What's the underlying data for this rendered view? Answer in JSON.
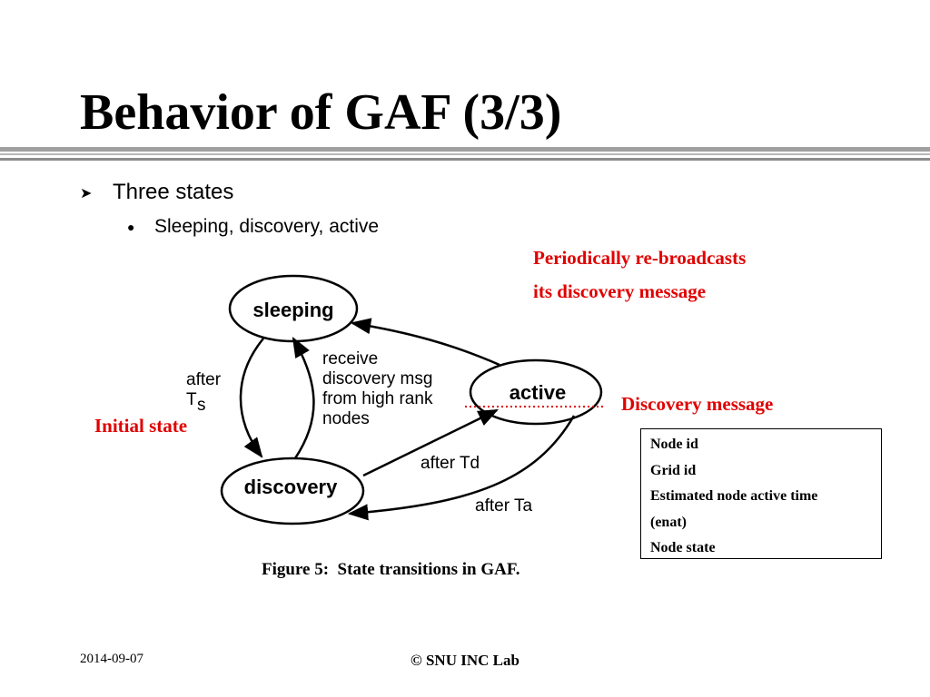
{
  "slide": {
    "title": "Behavior of GAF (3/3)",
    "bullet_level1": "Three states",
    "bullet_level2": "Sleeping, discovery, active"
  },
  "diagram": {
    "states": {
      "sleeping": "sleeping",
      "active": "active",
      "discovery": "discovery"
    },
    "labels": {
      "after": "after",
      "ts_main": "T",
      "ts_sub": "s",
      "receive_line1": "receive",
      "receive_line2": "discovery msg",
      "receive_line3": "from high rank",
      "receive_line4": "nodes",
      "after_td": "after Td",
      "after_ta": "after Ta"
    },
    "caption": "Figure 5:  State transitions in GAF."
  },
  "annotations": {
    "rebroadcast_line1": "Periodically re-broadcasts",
    "rebroadcast_line2": "its discovery message",
    "discovery_message": "Discovery message",
    "initial_state": "Initial state"
  },
  "message_fields": [
    "Node id",
    "Grid id",
    "Estimated node active time",
    "(enat)",
    "Node state"
  ],
  "footer": {
    "date": "2014-09-07",
    "lab": "© SNU INC Lab"
  },
  "colors": {
    "accent_red": "#e00000",
    "rule_gray": "#999999"
  }
}
